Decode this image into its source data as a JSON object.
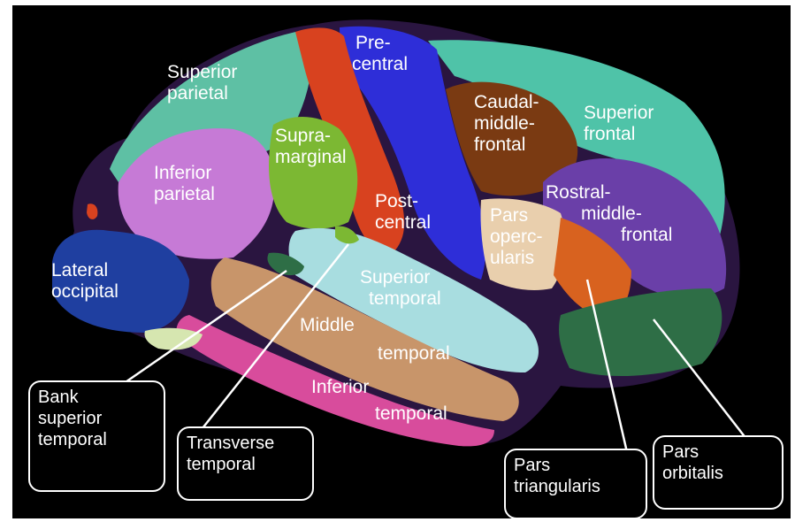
{
  "colors": {
    "background": "#000000",
    "superior_parietal": "#5ec0a4",
    "inferior_parietal": "#c67ad6",
    "supramarginal": "#7cb833",
    "precentral": "#2e2ed8",
    "postcentral": "#d8421f",
    "caudal_middle_frontal": "#7a3a12",
    "superior_frontal": "#4fc3a8",
    "rostral_middle_frontal": "#6a3fa8",
    "pars_opercularis": "#e9cfad",
    "pars_triangularis": "#d8621f",
    "pars_orbitalis": "#2e6e46",
    "lateral_occipital": "#1f3fa0",
    "superior_temporal": "#a8dde0",
    "middle_temporal": "#c8956a",
    "inferior_temporal": "#d84c9c",
    "insula_region": "#3a1a5a"
  },
  "region_labels": {
    "superior_parietal": [
      "Superior",
      "parietal"
    ],
    "inferior_parietal": [
      "Inferior",
      "parietal"
    ],
    "supramarginal": [
      "Supra-",
      "marginal"
    ],
    "precentral": [
      "Pre-",
      "central"
    ],
    "postcentral": [
      "Post-",
      "central"
    ],
    "caudal_middle_frontal": [
      "Caudal-",
      "middle-",
      "frontal"
    ],
    "superior_frontal": [
      "Superior",
      "frontal"
    ],
    "rostral_middle_frontal": [
      "Rostral-",
      "middle-",
      "frontal"
    ],
    "pars_opercularis": [
      "Pars",
      "operc-",
      "ularis"
    ],
    "lateral_occipital": [
      "Lateral",
      "occipital"
    ],
    "superior_temporal": [
      "Superior",
      "temporal"
    ],
    "middle_temporal": [
      "Middle",
      "temporal"
    ],
    "inferior_temporal": [
      "Inferior",
      "temporal"
    ]
  },
  "callouts": {
    "bank_superior_temporal": [
      "Bank",
      "superior",
      "temporal"
    ],
    "transverse_temporal": [
      "Transverse",
      "temporal"
    ],
    "pars_triangularis": [
      "Pars",
      "triangularis"
    ],
    "pars_orbitalis": [
      "Pars",
      "orbitalis"
    ]
  }
}
